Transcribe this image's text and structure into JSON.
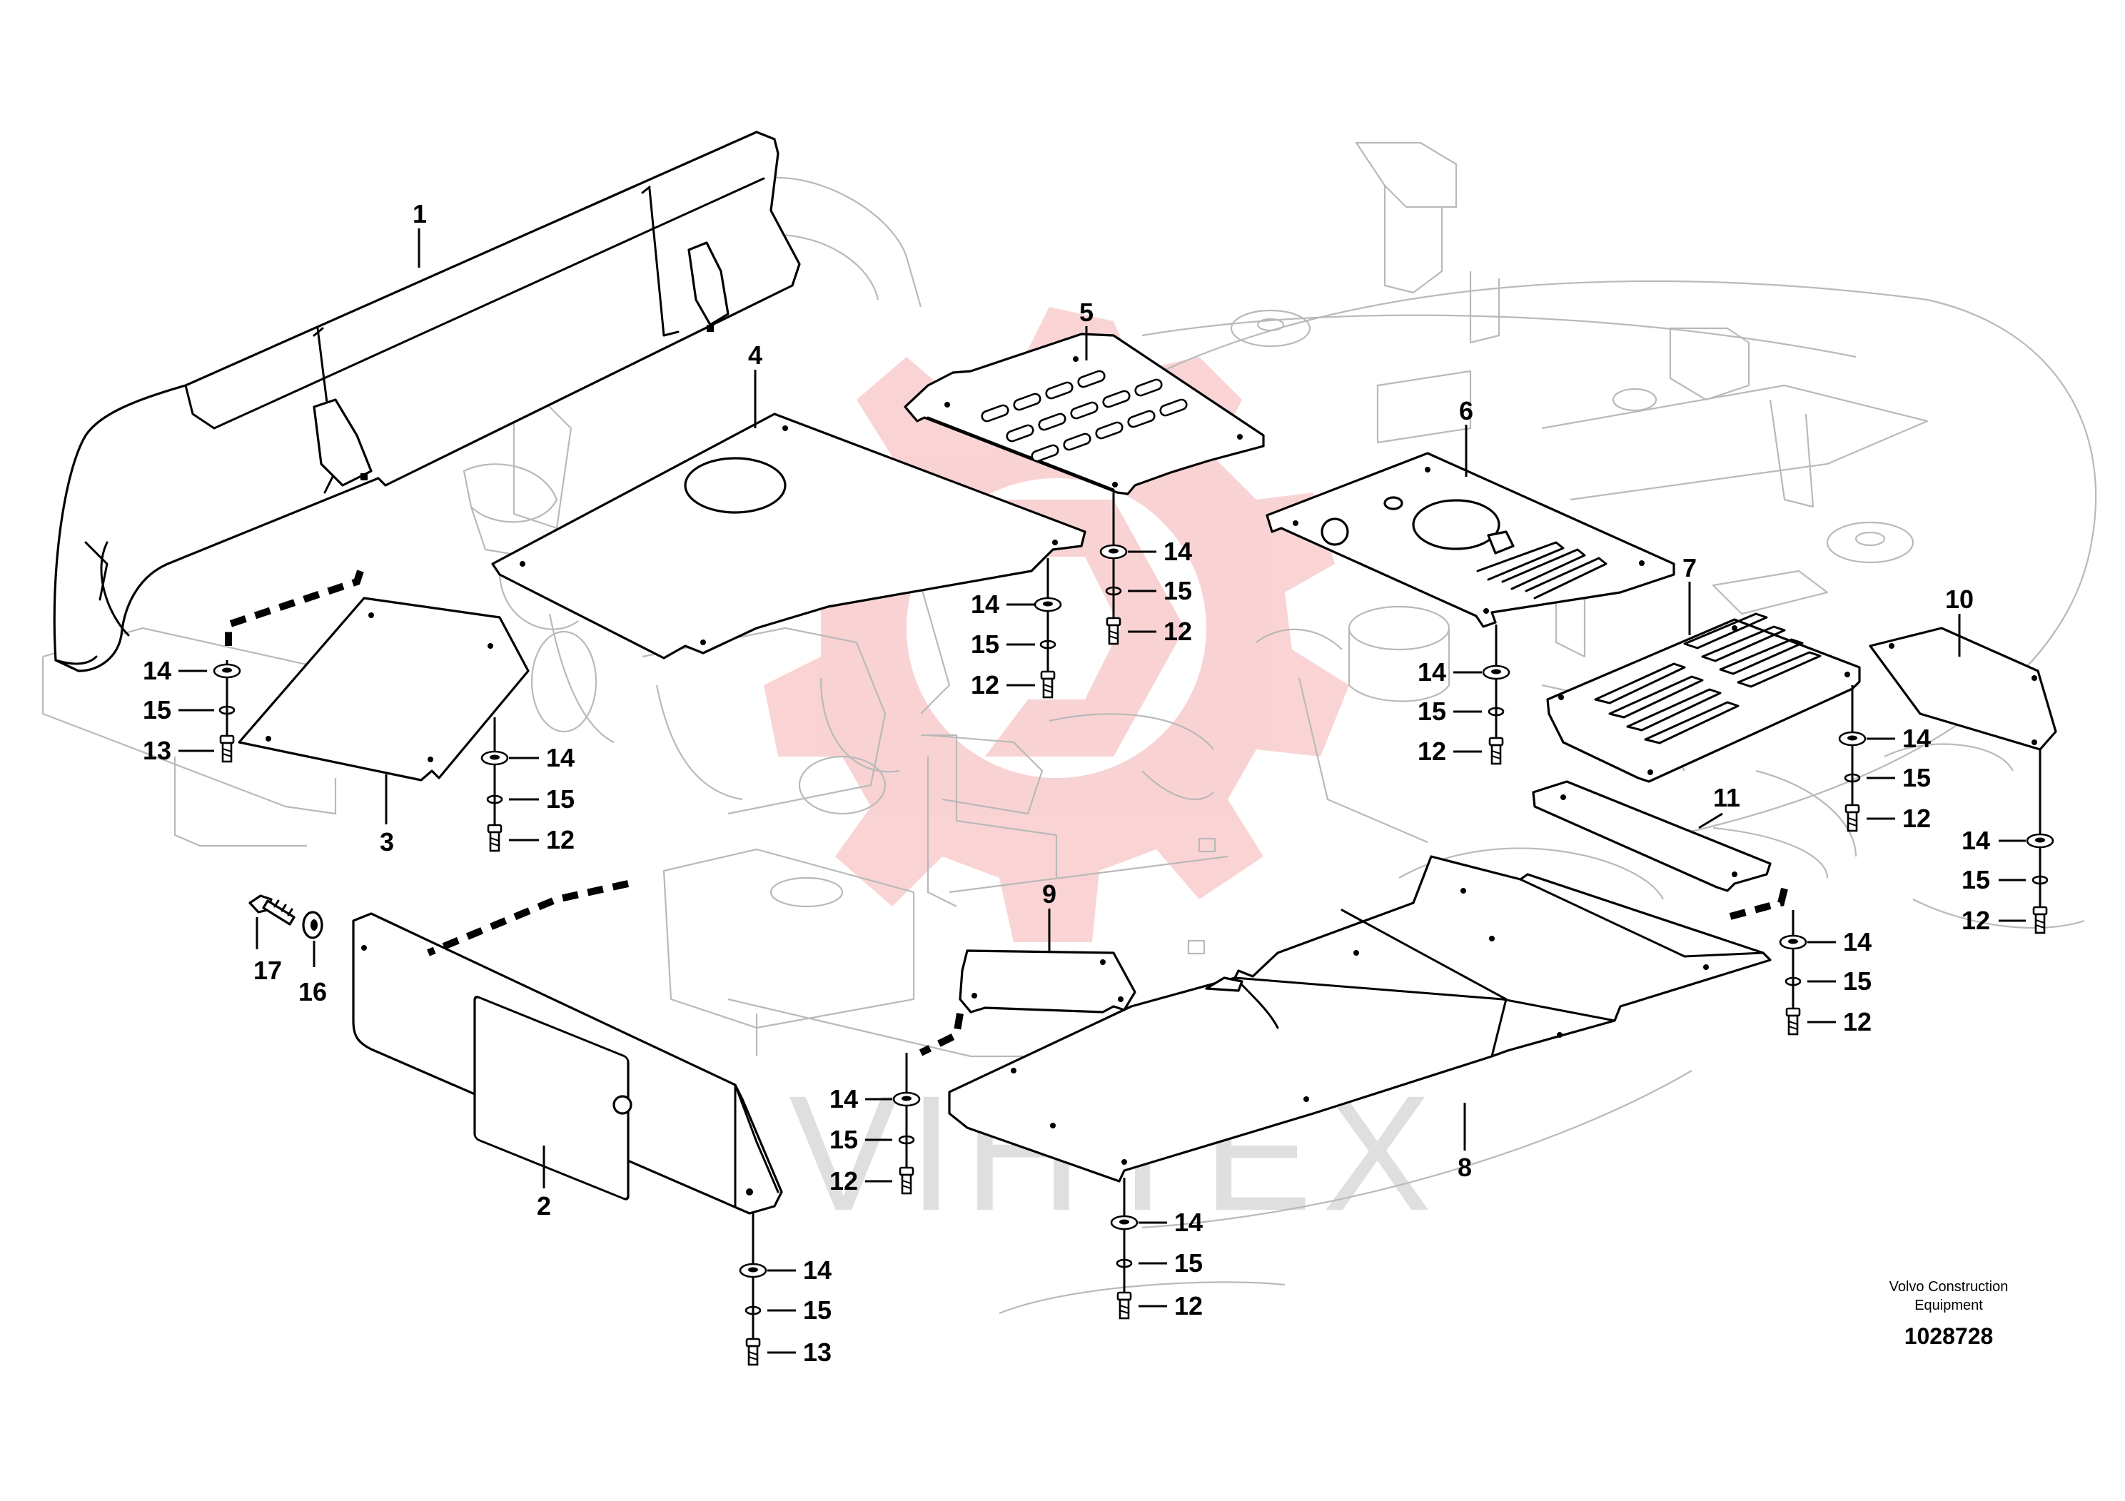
{
  "part_labels": [
    "1",
    "2",
    "3",
    "4",
    "5",
    "6",
    "7",
    "8",
    "9",
    "10",
    "11"
  ],
  "fastener_labels": {
    "washer": "14",
    "lock_washer": "15",
    "screw_12": "12",
    "screw_13": "13",
    "washer_16": "16",
    "bolt_17": "17"
  },
  "watermark": {
    "text": "VIHTEX",
    "gear_color": "#f5b0b0"
  },
  "footer": {
    "manufacturer_line1": "Volvo Construction",
    "manufacturer_line2": "Equipment",
    "document_number": "1028728"
  },
  "colors": {
    "line": "#000000",
    "ghost_line": "#b9b9b9",
    "watermark_red": "#f5b0b0"
  }
}
